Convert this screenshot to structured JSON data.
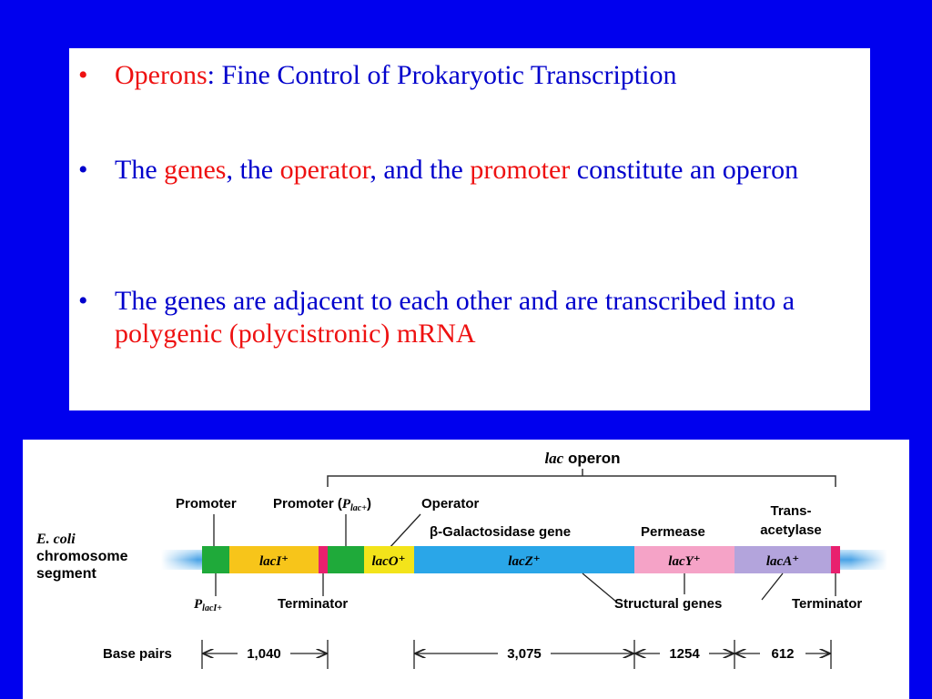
{
  "slide": {
    "bullets": [
      {
        "dot_color": "red",
        "parts": [
          {
            "text": "Operons",
            "color": "red"
          },
          {
            "text": ": Fine Control of Prokaryotic Transcription",
            "color": "blue"
          }
        ]
      },
      {
        "dot_color": "blue",
        "parts": [
          {
            "text": "The ",
            "color": "blue"
          },
          {
            "text": "genes",
            "color": "red"
          },
          {
            "text": ", the ",
            "color": "blue"
          },
          {
            "text": "operator",
            "color": "red"
          },
          {
            "text": ", and the ",
            "color": "blue"
          },
          {
            "text": "promoter",
            "color": "red"
          },
          {
            "text": " constitute an operon",
            "color": "blue"
          }
        ]
      },
      {
        "dot_color": "blue",
        "parts": [
          {
            "text": "The genes are adjacent to each other and are transcribed into a ",
            "color": "blue"
          },
          {
            "text": "polygenic (polycistronic) mRNA",
            "color": "red"
          }
        ]
      }
    ],
    "bullet_char": "•"
  },
  "diagram": {
    "operon_label_italic": "lac",
    "operon_label_rest": " operon",
    "chromosome_label_1": "E. coli",
    "chromosome_label_2": "chromosome",
    "chromosome_label_3": "segment",
    "top_labels": {
      "promoter": "Promoter",
      "promoter_plac_pre": "Promoter (",
      "promoter_plac_p": "P",
      "promoter_plac_sub": "lac+",
      "promoter_plac_post": ")",
      "operator": "Operator",
      "beta_gal": "β-Galactosidase gene",
      "permease": "Permease",
      "transacetylase_1": "Trans-",
      "transacetylase_2": "acetylase"
    },
    "segments": {
      "lacI": "lacI⁺",
      "lacO": "lacO⁺",
      "lacZ": "lacZ⁺",
      "lacY": "lacY⁺",
      "lacA": "lacA⁺"
    },
    "bottom_labels": {
      "placi_p": "P",
      "placi_sub": "lacI+",
      "terminator_left": "Terminator",
      "structural_genes": "Structural genes",
      "terminator_right": "Terminator"
    },
    "base_pairs": {
      "label": "Base pairs",
      "values": [
        "1,040",
        "3,075",
        "1254",
        "612"
      ]
    },
    "colors": {
      "chromosome": "#5aaee8",
      "promoter": "#1faa3a",
      "lacI": "#f7c51a",
      "terminator": "#e8206e",
      "lacO": "#f3e41a",
      "lacZ": "#2aa6e8",
      "lacY": "#f5a3c7",
      "lacA": "#b3a4dc"
    }
  }
}
